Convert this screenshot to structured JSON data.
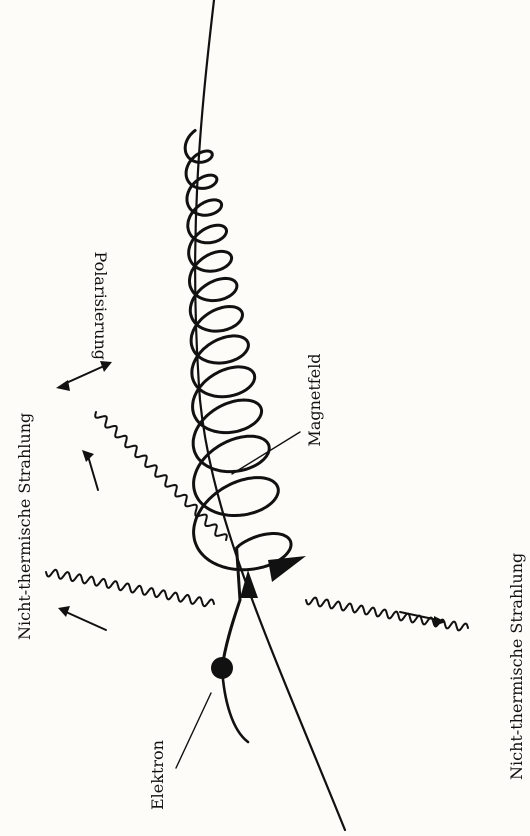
{
  "diagram": {
    "labels": {
      "polarization": "Polarisierung",
      "radiation_left": "Nicht-thermische Strahlung",
      "radiation_right": "Nicht-thermische Strahlung",
      "magnetic_field": "Magnetfeld",
      "electron": "Elektron"
    },
    "colors": {
      "ink": "#111111",
      "paper": "#fdfcf9"
    }
  }
}
